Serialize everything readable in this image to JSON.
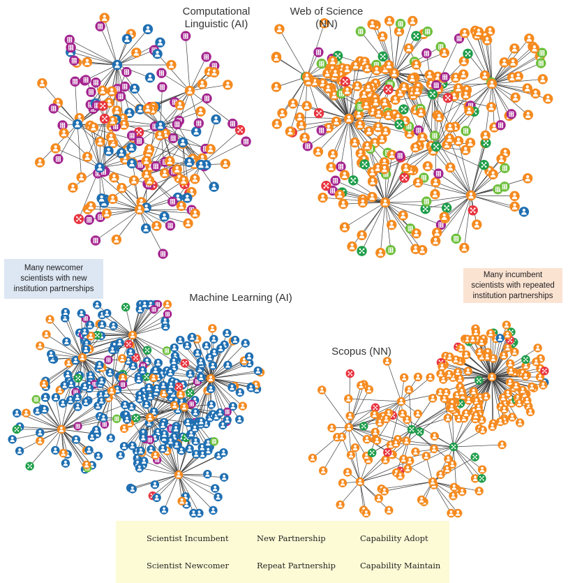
{
  "titles": {
    "cl": "Computational\nLinguistic (AI)",
    "wos": "Web of Science\n(NN)",
    "ml": "Machine Learning (AI)",
    "scopus": "Scopus (NN)"
  },
  "callouts": {
    "left": "Many newcomer scientists with new institution partnerships",
    "right": "Many incumbent scientists with repeated institution partnerships"
  },
  "legend": {
    "incumbent": "Scientist Incumbent",
    "newcomer": "Scientist Newcomer",
    "new_partnership": "New Partnership",
    "repeat_partnership": "Repeat Partnership",
    "capability_adopt": "Capability Adopt",
    "capability_maintain": "Capability Maintain"
  },
  "colors": {
    "incumbent": "#f58a1f",
    "newcomer": "#1f6fb2",
    "new_partnership": "#a4258f",
    "repeat_partnership": "#6cbf3a",
    "capability_adopt": "#e8343f",
    "capability_maintain": "#1e9e4a",
    "edge": "#3a3a3a",
    "callout_left_bg": "#dde7f3",
    "callout_right_bg": "#fbe3d2",
    "legend_bg": "#fdfbd6"
  },
  "icons": {
    "incumbent": "person-icon",
    "newcomer": "person-icon",
    "new_partnership": "building-icon",
    "repeat_partnership": "building-icon",
    "capability_adopt": "network-icon",
    "capability_maintain": "network-icon"
  }
}
